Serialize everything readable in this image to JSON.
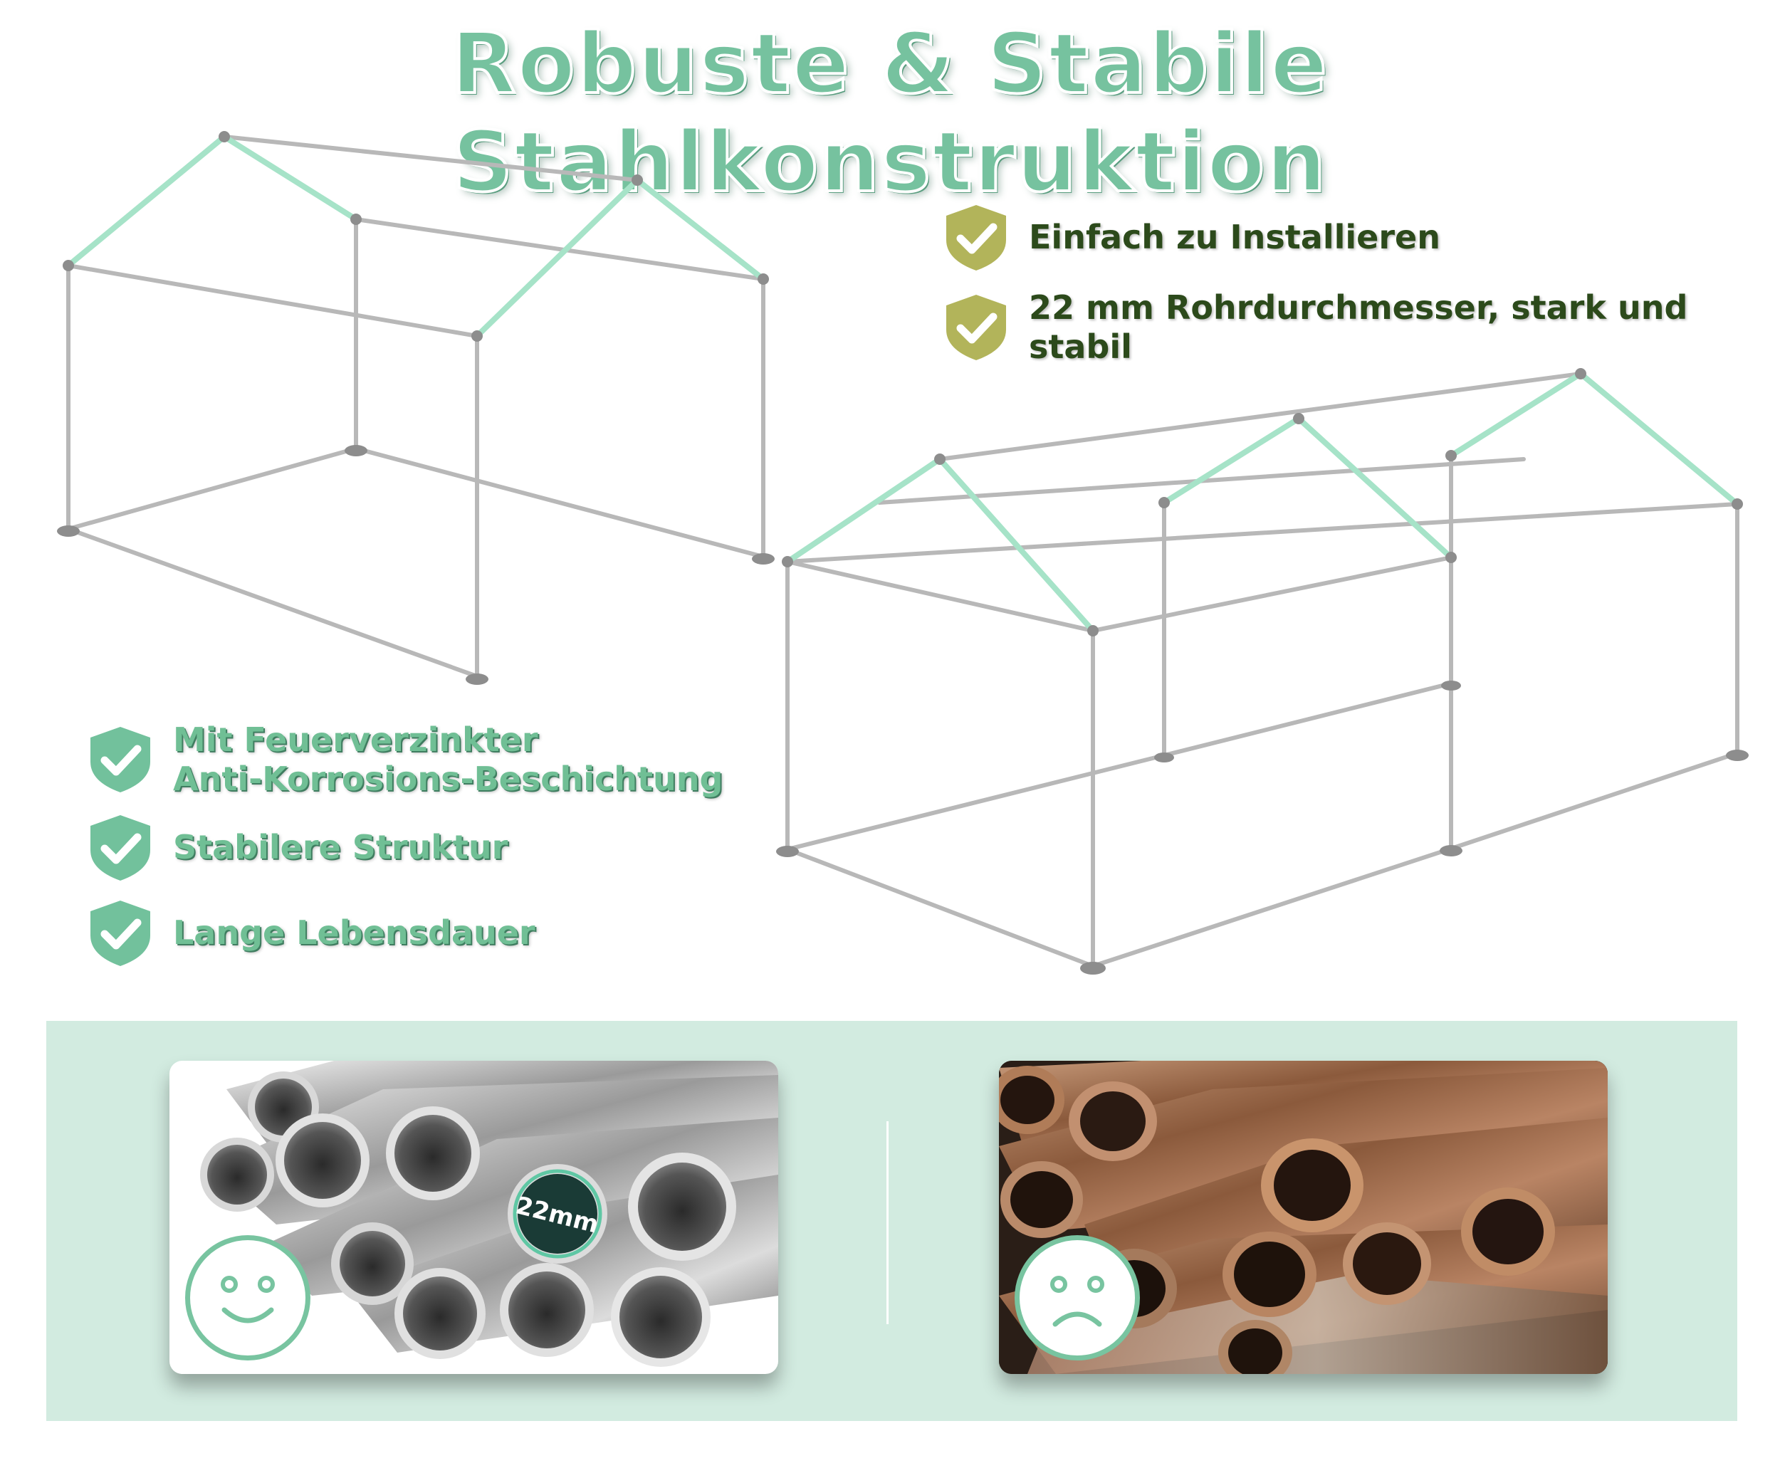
{
  "headline": "Robuste & Stabile Stahlkonstruktion",
  "features_top": [
    {
      "label": "Einfach zu Installieren",
      "icon": "check-badge-icon"
    },
    {
      "label": "22 mm Rohrdurchmesser, stark und stabil",
      "icon": "check-badge-icon"
    }
  ],
  "features_left": [
    {
      "line1": "Mit Feuerverzinkter",
      "line2": "Anti-Korrosions-Beschichtung",
      "icon": "check-badge-icon"
    },
    {
      "label": "Stabilere Struktur",
      "icon": "check-badge-icon"
    },
    {
      "label": "Lange Lebensdauer",
      "icon": "check-badge-icon"
    }
  ],
  "comparison": {
    "good": {
      "pipe_label": "22mm",
      "face": "smiley-face-icon"
    },
    "bad": {
      "face": "sad-face-icon"
    }
  },
  "colors": {
    "accent_green": "#76c29f",
    "olive_check": "#b2b45a",
    "dark_text": "#2c4a1b",
    "band": "#d2ebe0",
    "frame_grey": "#b7b7b7",
    "frame_green": "#9fdcc2"
  }
}
